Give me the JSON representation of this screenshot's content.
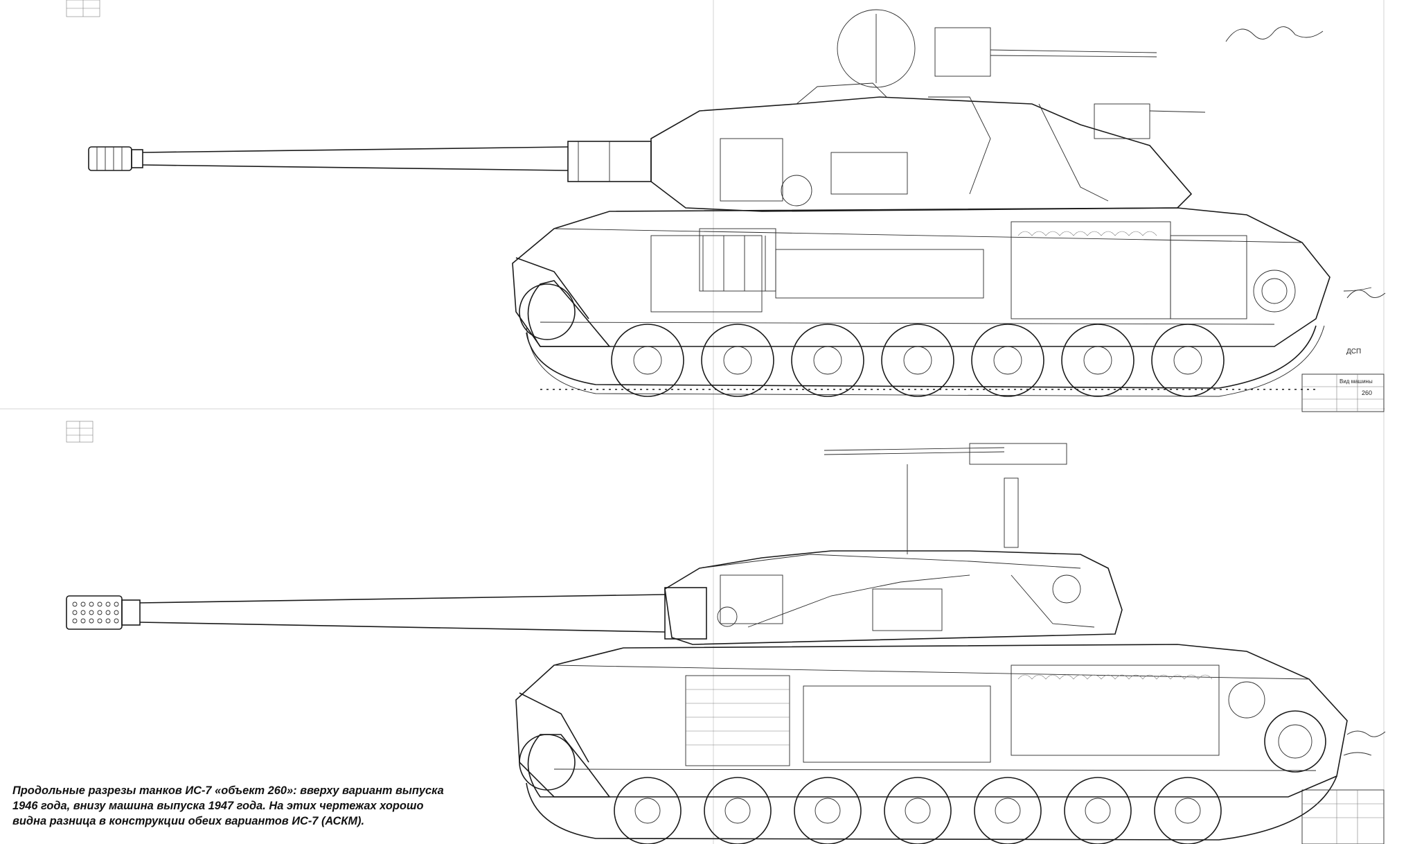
{
  "caption": {
    "lines": [
      "Продольные разрезы танков ИС-7 «объект 260»: вверху вариант выпуска",
      "1946 года, внизу машина выпуска 1947 года. На этих чертежах хорошо",
      "видна разница в конструкции обеих вариантов ИС-7 (АСКМ)."
    ]
  },
  "drawings": [
    {
      "id": "top",
      "description_icon": "tank-cutaway-1946"
    },
    {
      "id": "bottom",
      "description_icon": "tank-cutaway-1947"
    }
  ],
  "title_block_top": {
    "cells": [
      "Вид машины",
      "260",
      "ДСП"
    ]
  },
  "colors": {
    "ink": "#1a1a1a",
    "paper": "#ffffff",
    "guide": "#c8c8c8"
  }
}
